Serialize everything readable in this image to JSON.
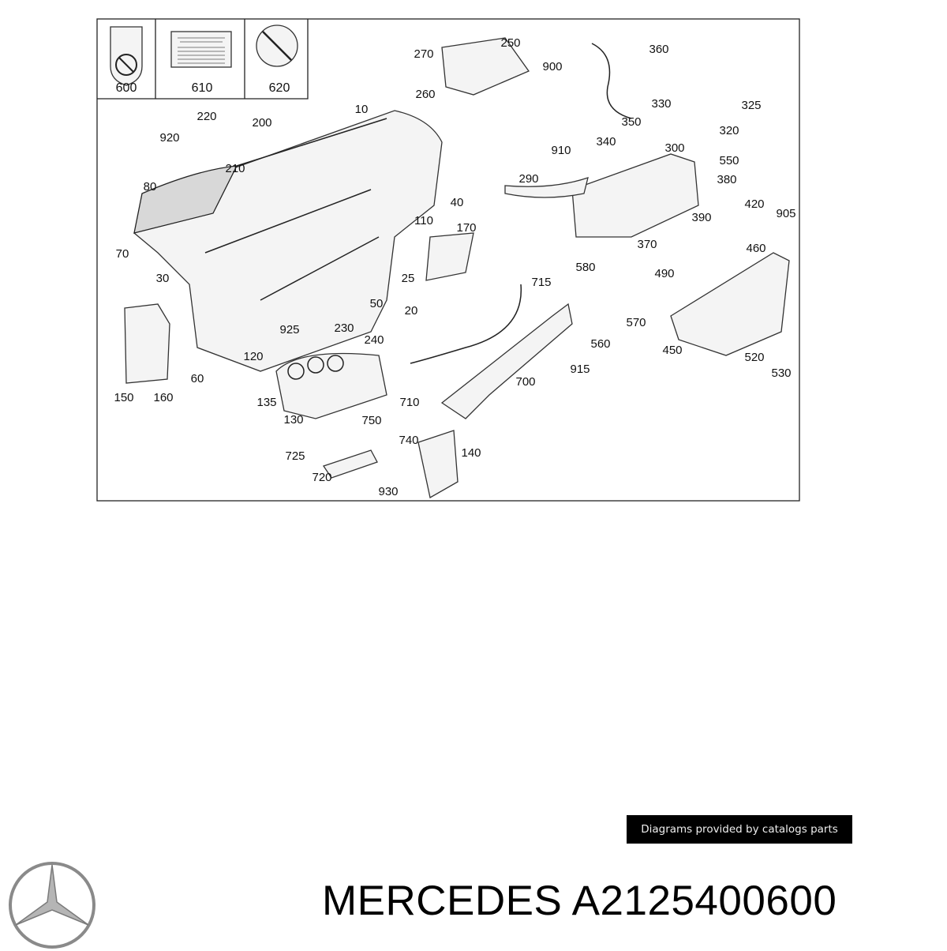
{
  "diagram": {
    "inset_labels": [
      "600",
      "610",
      "620"
    ],
    "callouts": [
      "270",
      "250",
      "900",
      "360",
      "260",
      "330",
      "325",
      "220",
      "200",
      "10",
      "350",
      "320",
      "920",
      "340",
      "300",
      "910",
      "550",
      "210",
      "380",
      "290",
      "80",
      "40",
      "420",
      "905",
      "390",
      "110",
      "170",
      "370",
      "460",
      "70",
      "580",
      "25",
      "715",
      "490",
      "30",
      "50",
      "20",
      "925",
      "230",
      "570",
      "240",
      "560",
      "450",
      "120",
      "520",
      "60",
      "915",
      "530",
      "700",
      "150",
      "160",
      "710",
      "135",
      "130",
      "750",
      "740",
      "140",
      "725",
      "720",
      "930"
    ]
  },
  "banner": {
    "text": "Diagrams provided by catalogs parts"
  },
  "title": {
    "text": "MERCEDES A2125400600"
  },
  "logo": {
    "name": "mercedes-star-logo",
    "color": "#8a8a8a"
  }
}
